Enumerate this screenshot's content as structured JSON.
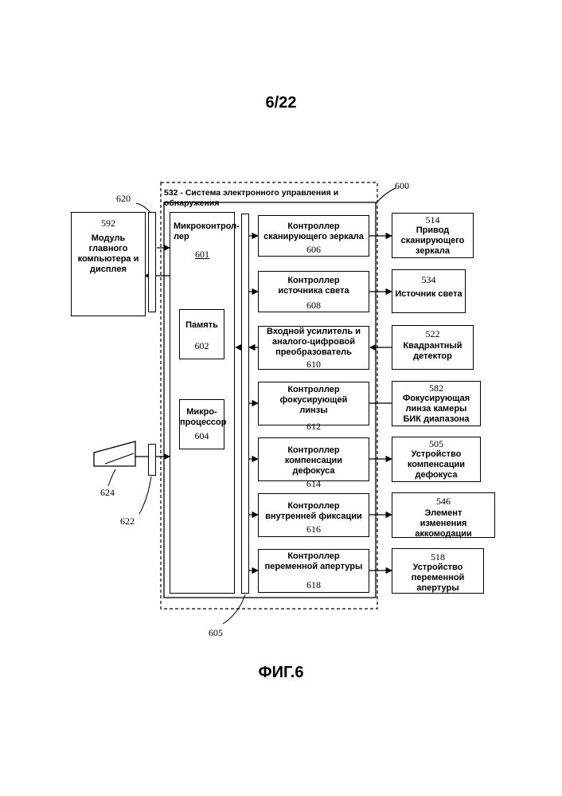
{
  "sheet_label": "6/22",
  "figure_caption": "ФИГ.6",
  "system": {
    "number": "600",
    "title": "532 - Система электронного управления и обнаружения"
  },
  "host": {
    "number": "592",
    "label": "Модуль главного компьютера и дисплея",
    "link_number": "620"
  },
  "camera": {
    "number": "624",
    "link_number": "622"
  },
  "microcontroller": {
    "label": "Микроконтрол-лер",
    "number": "601",
    "memory": {
      "label": "Память",
      "number": "602"
    },
    "processor": {
      "label": "Микро-процессор",
      "number": "604"
    }
  },
  "bus": {
    "number": "605"
  },
  "controllers": [
    {
      "label": "Контроллер сканирующего зеркала",
      "number": "606"
    },
    {
      "label": "Контроллер источника света",
      "number": "608"
    },
    {
      "label": "Входной усилитель и аналого-цифровой преобразователь",
      "number": "610"
    },
    {
      "label": "Контроллер фокусирующей линзы",
      "number": "612"
    },
    {
      "label": "Контроллер компенсации дефокуса",
      "number": "614"
    },
    {
      "label": "Контроллер внутренней фиксации",
      "number": "616"
    },
    {
      "label": "Контроллер переменной апертуры",
      "number": "618"
    }
  ],
  "devices": [
    {
      "number": "514",
      "label": "Привод сканирующего зеркала"
    },
    {
      "number": "534",
      "label": "Источник света"
    },
    {
      "number": "522",
      "label": "Квадрантный детектор"
    },
    {
      "number": "582",
      "label": "Фокусирующая линза камеры БИК диапазона"
    },
    {
      "number": "505",
      "label": "Устройство компенсации дефокуса"
    },
    {
      "number": "546",
      "label": "Элемент изменения аккомодации"
    },
    {
      "number": "518",
      "label": "Устройство переменной апертуры"
    }
  ]
}
